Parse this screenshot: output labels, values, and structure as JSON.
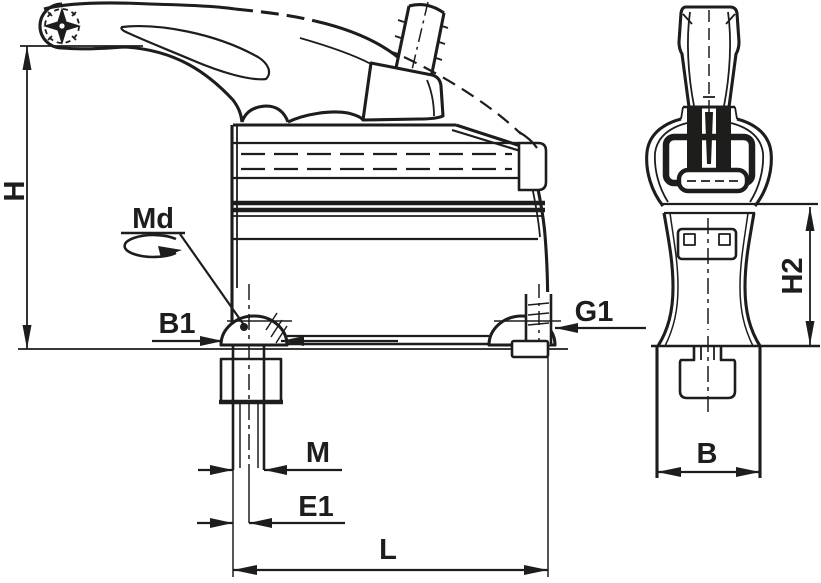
{
  "drawing": {
    "subject": "toggle-clamp-dimension-drawing",
    "views": {
      "side": {
        "name": "side-view",
        "dims": {
          "h": "H",
          "md": "Md",
          "b1": "B1",
          "g1": "G1",
          "m": "M",
          "e1": "E1",
          "l": "L"
        }
      },
      "end": {
        "name": "end-view",
        "dims": {
          "h2": "H2",
          "b": "B"
        }
      }
    },
    "colors": {
      "ink": "#1d1d1b",
      "background": "#ffffff"
    }
  }
}
